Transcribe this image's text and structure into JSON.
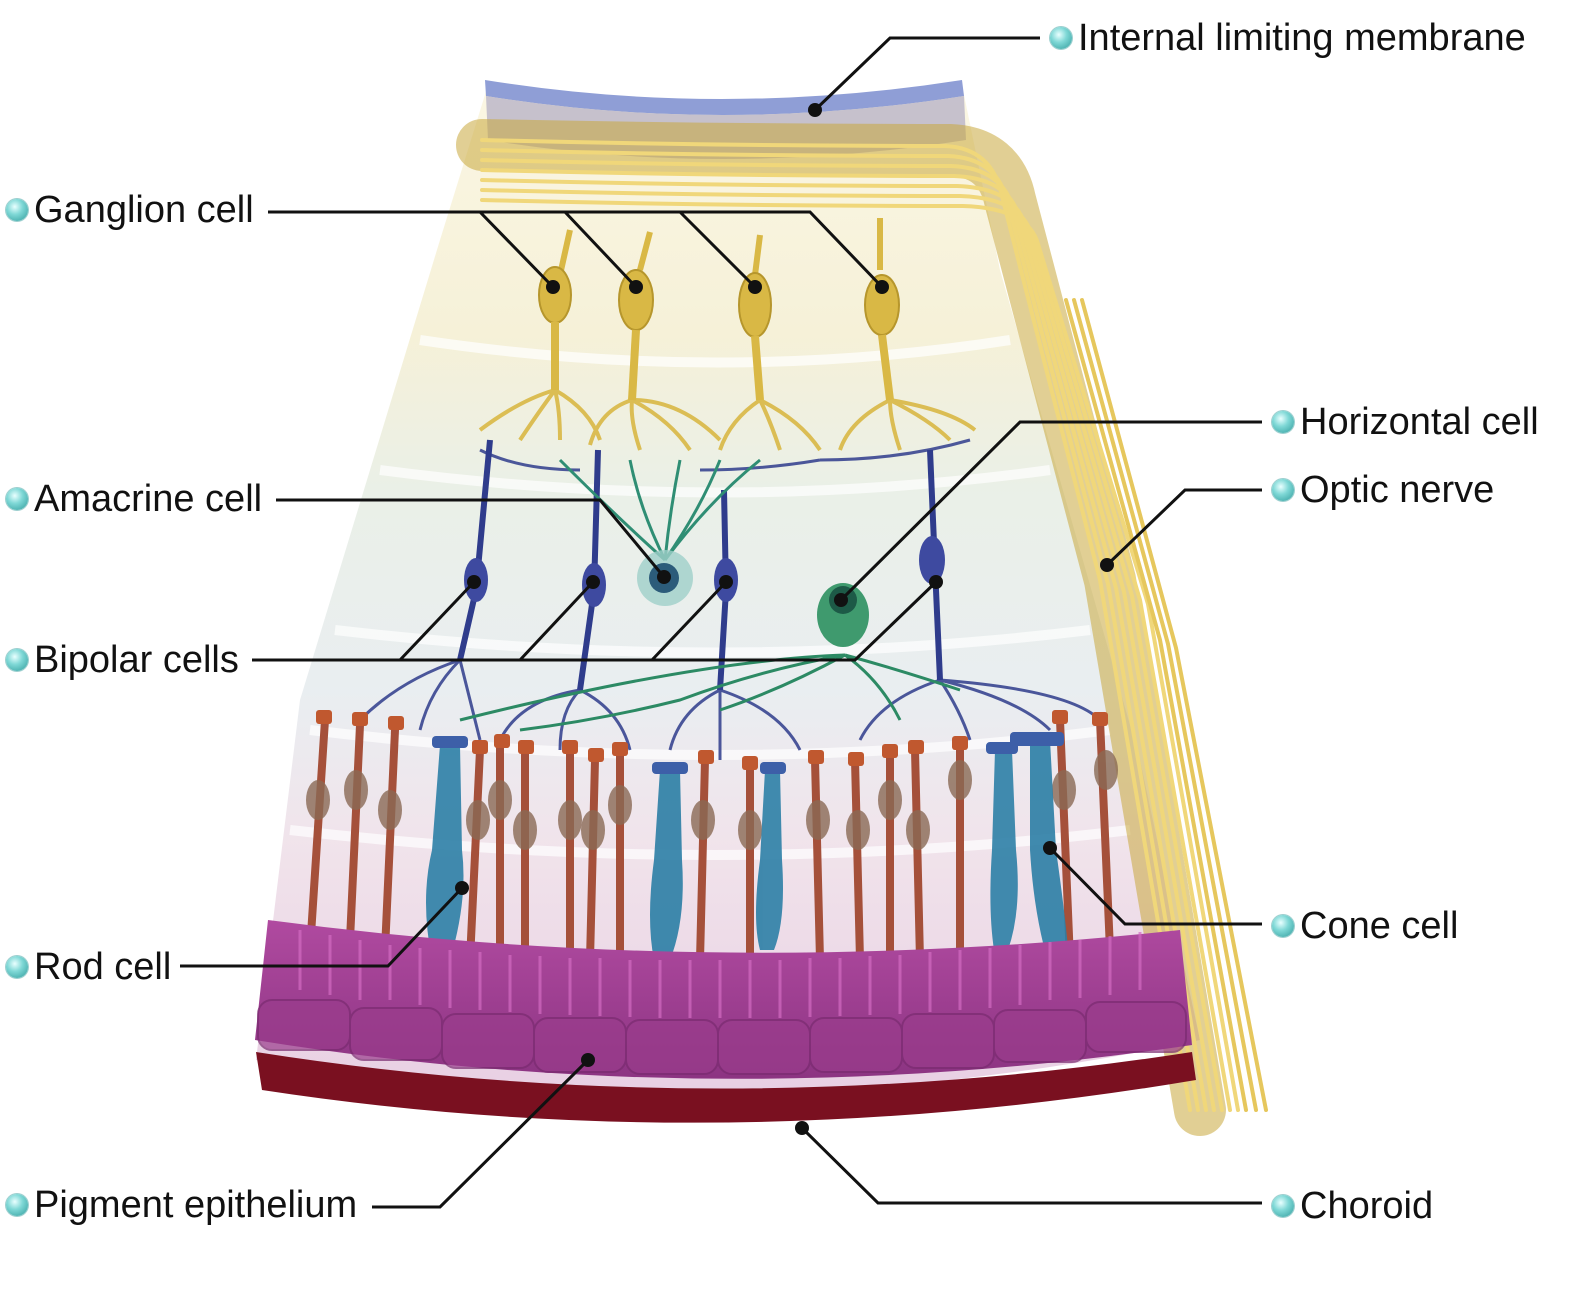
{
  "labels": {
    "internal_limiting_membrane": "Internal limiting membrane",
    "ganglion_cell": "Ganglion cell",
    "horizontal_cell": "Horizontal cell",
    "optic_nerve": "Optic nerve",
    "amacrine_cell": "Amacrine cell",
    "bipolar_cells": "Bipolar cells",
    "cone_cell": "Cone cell",
    "rod_cell": "Rod cell",
    "pigment_epithelium": "Pigment epithelium",
    "choroid": "Choroid"
  },
  "colors": {
    "label_bullet": "#5cc6c4",
    "nerve_fibers": "#d8b94a",
    "ganglion": "#d9b845",
    "bipolar": "#2f3c8c",
    "amacrine": "#2f8e74",
    "horizontal": "#2c8a64",
    "rod": "#b35a3e",
    "cone": "#2c7fa6",
    "pigment_epithelium": "#9c3a8c",
    "choroid": "#7a1020",
    "internal_limiting_membrane": "#8f9ed6"
  }
}
